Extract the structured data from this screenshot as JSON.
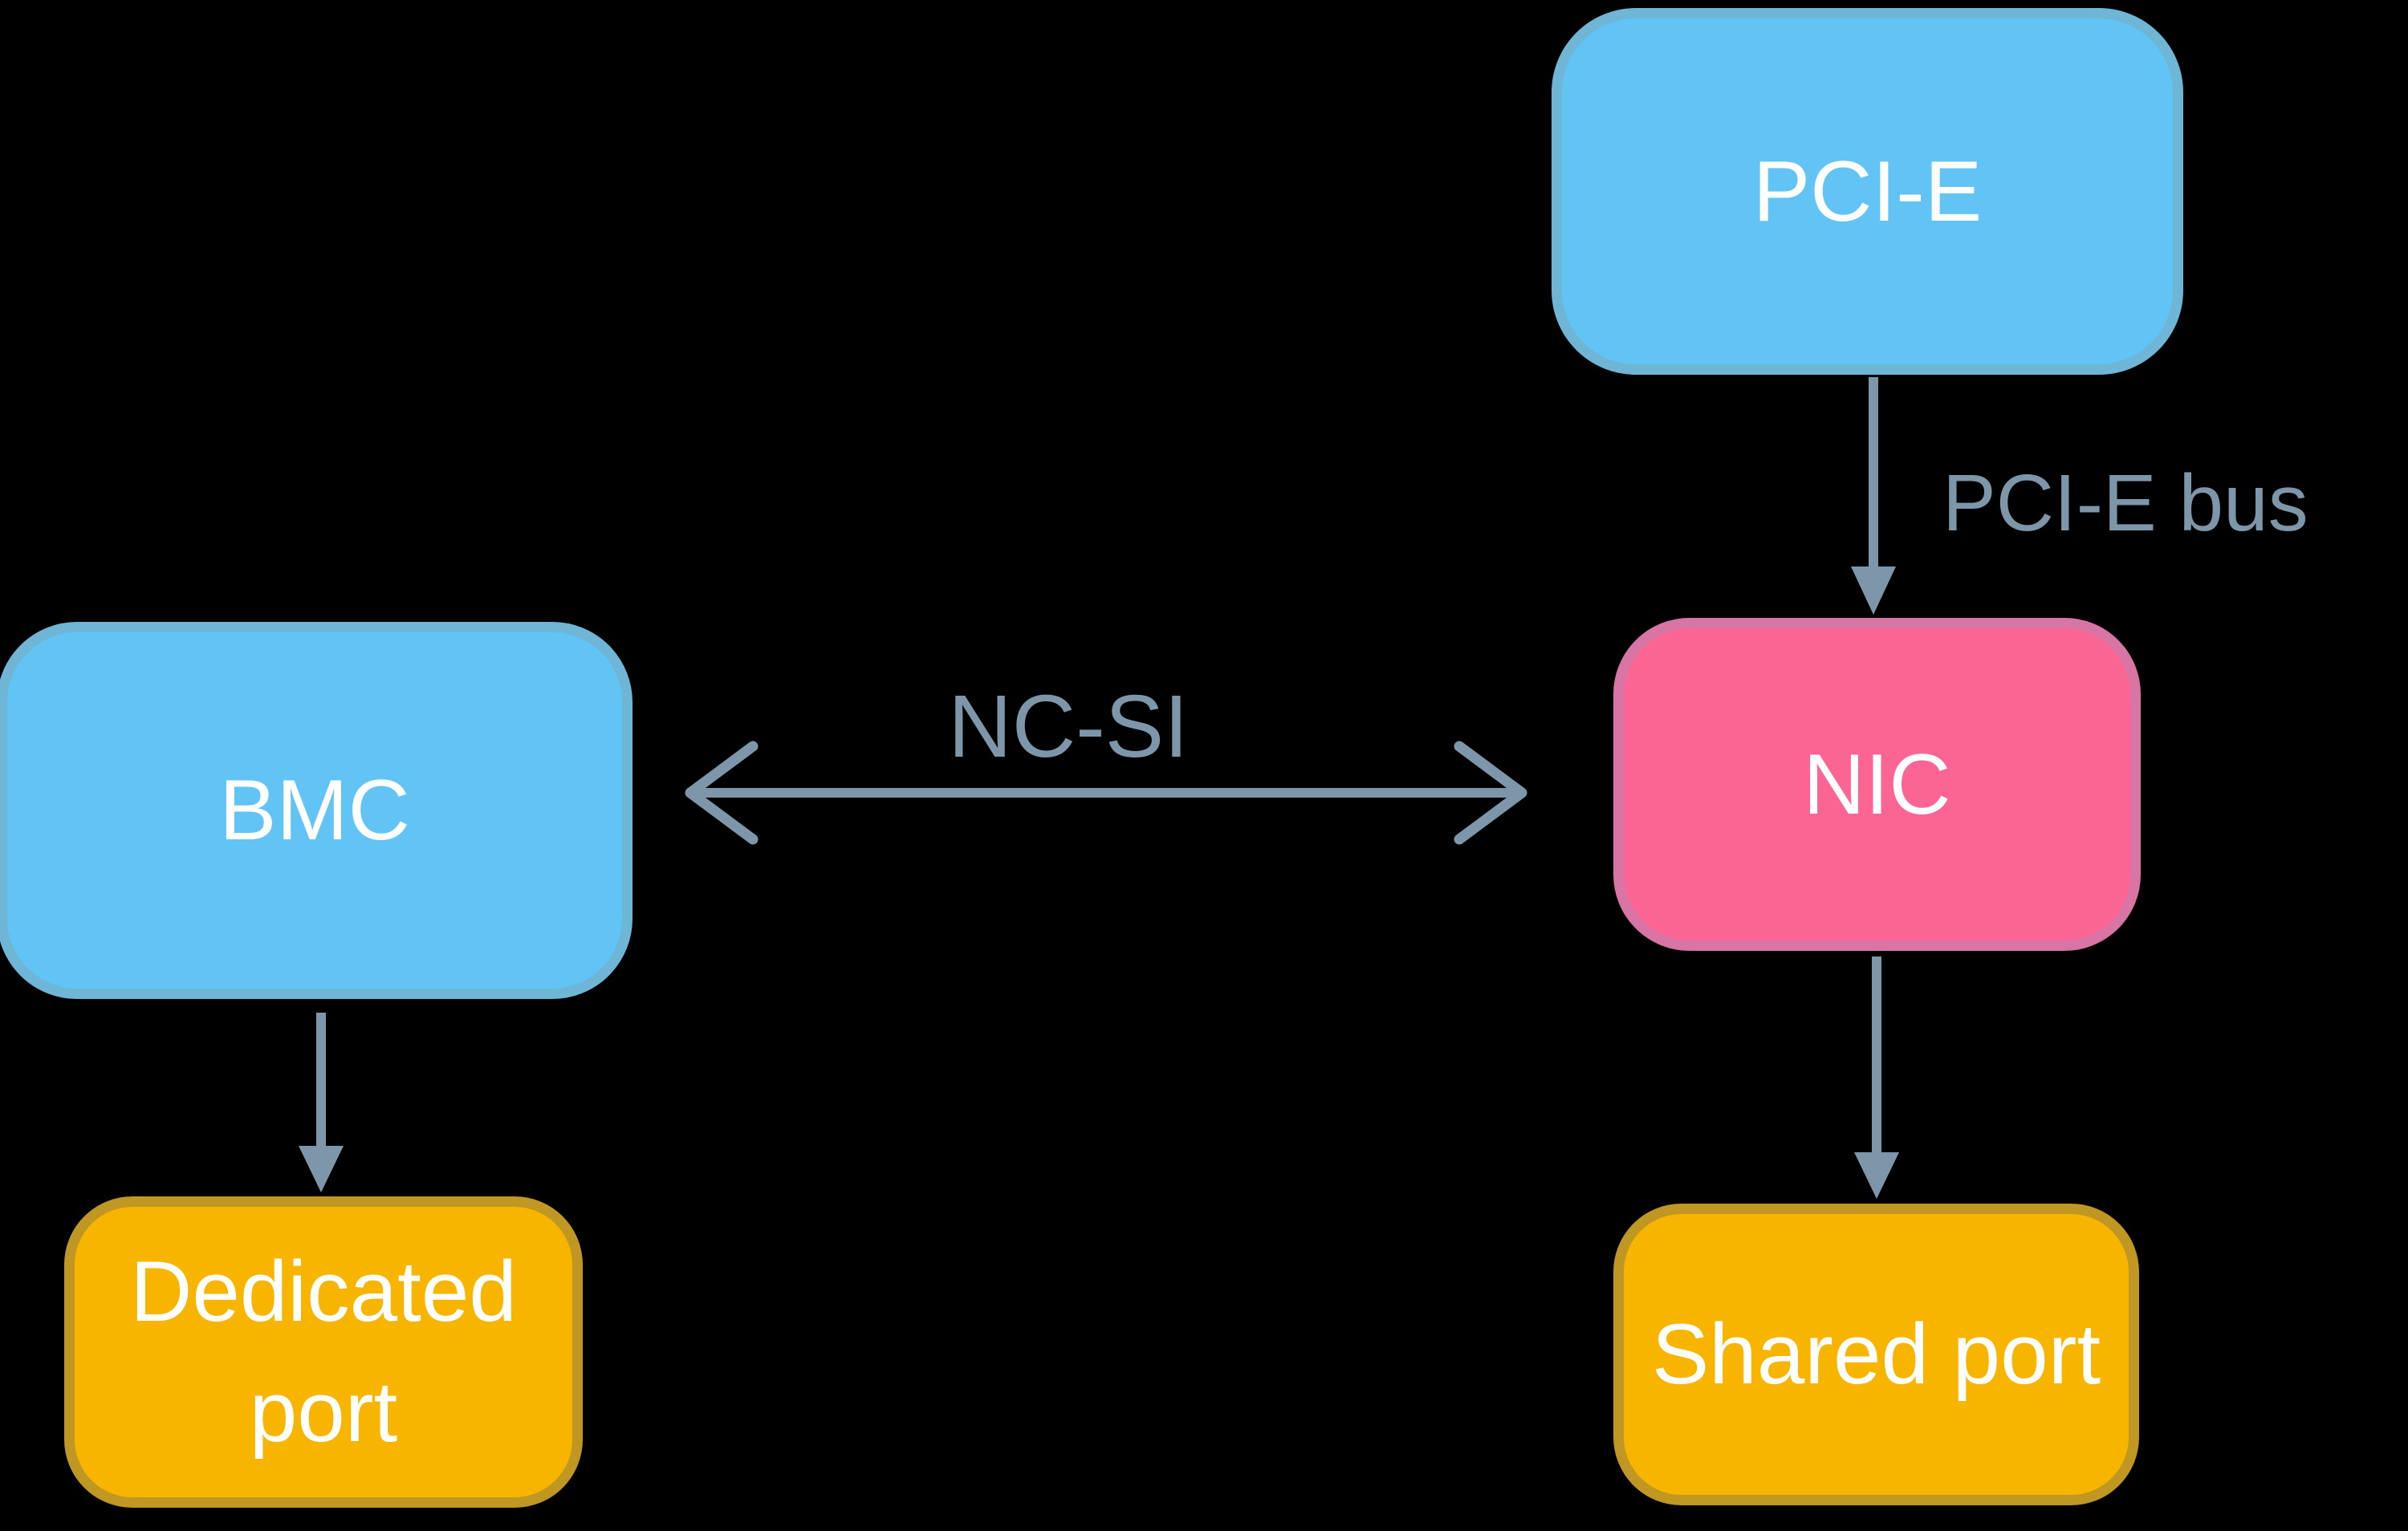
{
  "colors": {
    "background": "#000000",
    "blue_fill": "#62C4F5",
    "blue_border": "#6FB5D5",
    "pink_fill": "#FA6593",
    "pink_border": "#D875A5",
    "yellow_fill": "#F7B500",
    "yellow_border": "#BF9722",
    "arrow": "#7E96A9",
    "node_text": "#FFFFFF"
  },
  "nodes": {
    "pcie": {
      "label": "PCI-E"
    },
    "bmc": {
      "label": "BMC"
    },
    "nic": {
      "label": "NIC"
    },
    "dedicated_port": {
      "label": "Dedicated port"
    },
    "shared_port": {
      "label": "Shared port"
    }
  },
  "edges": {
    "pcie_bus": {
      "label": "PCI-E bus"
    },
    "ncsi": {
      "label": "NC-SI"
    }
  }
}
